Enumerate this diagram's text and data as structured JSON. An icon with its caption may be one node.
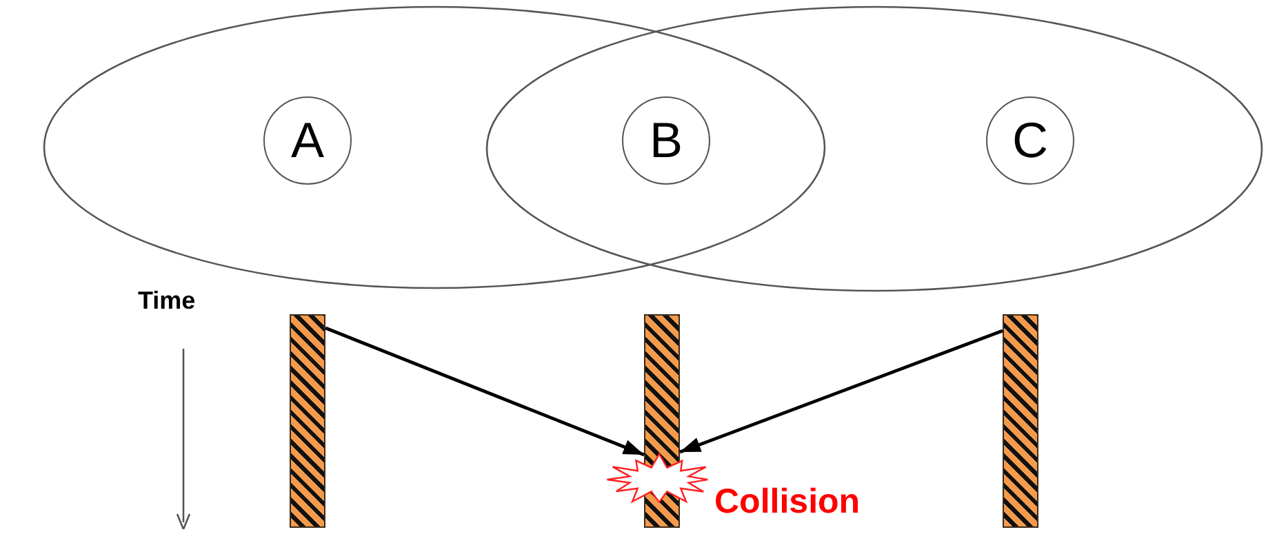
{
  "diagram": {
    "nodes": [
      {
        "text": [],
        "shape": "ellipse"
      },
      {
        "text": [],
        "shape": "ellipse"
      },
      {
        "text": [
          "A"
        ],
        "in": 0
      },
      {
        "text": [
          "B"
        ]
      },
      {
        "text": [
          "C"
        ],
        "in": 1
      },
      {
        "text": [],
        "shape": "bar"
      },
      {
        "text": [],
        "shape": "bar"
      },
      {
        "text": [],
        "shape": "bar"
      }
    ],
    "edges": [
      {
        "from": 5,
        "to": 6,
        "arrow": "to"
      },
      {
        "from": 7,
        "to": 6,
        "arrow": "to"
      }
    ],
    "labels": [
      "Time",
      "Collision"
    ]
  }
}
